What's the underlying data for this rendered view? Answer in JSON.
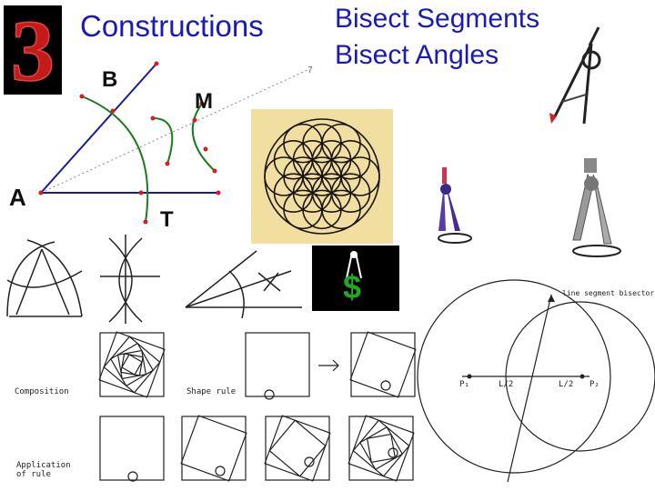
{
  "slide_number": "3",
  "title_main": "Constructions",
  "title_sub1": "Bisect Segments",
  "title_sub2": "Bisect Angles",
  "labels": {
    "B": "B",
    "M": "M",
    "A": "A",
    "T": "T"
  },
  "dollar": "$",
  "shape_grammar": {
    "composition": "Composition",
    "shape_rule": "Shape rule",
    "application": "Application\nof rule"
  },
  "bisector": {
    "caption": "line segment bisector",
    "p1": "P₁",
    "p2": "P₂",
    "half1": "L/2",
    "half2": "L/2"
  },
  "colors": {
    "title": "#1a1ab4",
    "segment": "#1a1a9a",
    "arc": "#1e7a1e",
    "point": "#cc2222"
  }
}
